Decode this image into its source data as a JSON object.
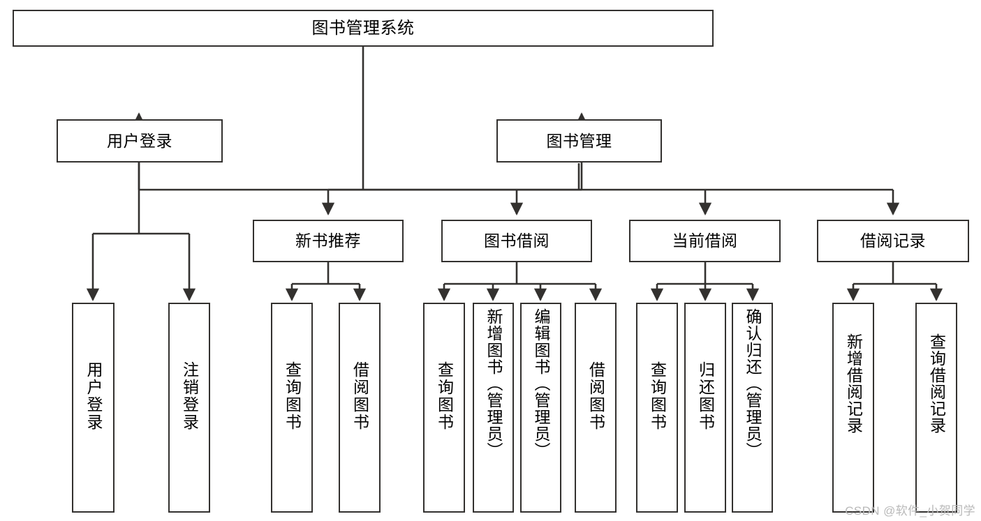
{
  "diagram": {
    "title": "图书管理系统",
    "type": "tree",
    "watermark": "CSDN @软件_小贺同学",
    "colors": {
      "background": "#ffffff",
      "node_border": "#33312f",
      "node_fill": "#ffffff",
      "edge": "#33312f",
      "text": "#000000",
      "watermark": "#b9b9b9"
    },
    "nodes": {
      "root": {
        "label": "图书管理系统"
      },
      "level2": [
        {
          "id": "user-login",
          "label": "用户登录"
        },
        {
          "id": "book-manage",
          "label": "图书管理"
        }
      ],
      "level3": [
        {
          "id": "new-book-recommend",
          "label": "新书推荐"
        },
        {
          "id": "book-borrow",
          "label": "图书借阅"
        },
        {
          "id": "current-borrow",
          "label": "当前借阅"
        },
        {
          "id": "borrow-record",
          "label": "借阅记录"
        }
      ],
      "leaves": {
        "user-login": [
          {
            "id": "leaf-user-login",
            "label": "用户登录"
          },
          {
            "id": "leaf-user-logout",
            "label": "注销登录"
          }
        ],
        "new-book-recommend": [
          {
            "id": "leaf-query-book-1",
            "label": "查询图书"
          },
          {
            "id": "leaf-borrow-book-1",
            "label": "借阅图书"
          }
        ],
        "book-borrow": [
          {
            "id": "leaf-query-book-2",
            "label": "查询图书"
          },
          {
            "id": "leaf-add-book",
            "label": "新增图书（管理员）"
          },
          {
            "id": "leaf-edit-book",
            "label": "编辑图书（管理员）"
          },
          {
            "id": "leaf-borrow-book-2",
            "label": "借阅图书"
          }
        ],
        "current-borrow": [
          {
            "id": "leaf-query-book-3",
            "label": "查询图书"
          },
          {
            "id": "leaf-return-book",
            "label": "归还图书"
          },
          {
            "id": "leaf-confirm-return",
            "label": "确认归还（管理员）"
          }
        ],
        "borrow-record": [
          {
            "id": "leaf-add-record",
            "label": "新增借阅记录"
          },
          {
            "id": "leaf-query-record",
            "label": "查询借阅记录"
          }
        ]
      }
    }
  }
}
